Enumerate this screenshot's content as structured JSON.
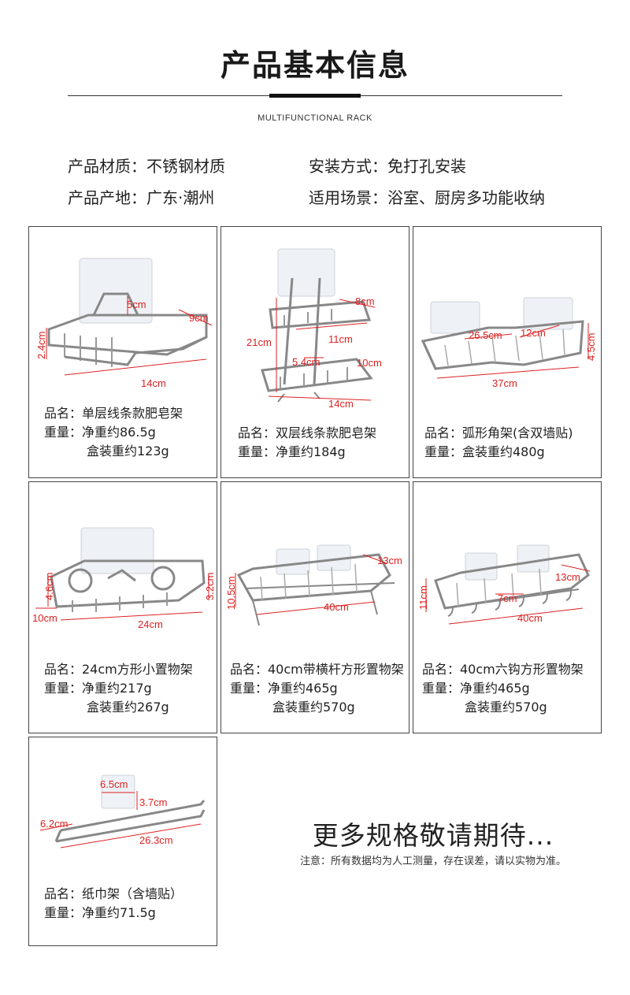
{
  "header": {
    "title": "产品基本信息",
    "subtitle": "MULTIFUNCTIONAL RACK"
  },
  "specs": [
    {
      "label": "产品材质：",
      "value": "不锈钢材质"
    },
    {
      "label": "安装方式：",
      "value": "免打孔安装"
    },
    {
      "label": "产品产地：",
      "value": "广东·潮州"
    },
    {
      "label": "适用场景：",
      "value": "浴室、厨房多功能收纳"
    }
  ],
  "products": [
    {
      "name_line": "品名：单层线条款肥皂架",
      "weight_lines": [
        "重量：净重约86.5g",
        "盒装重约123g"
      ],
      "dims": [
        "5cm",
        "9cm",
        "2.4cm",
        "14cm"
      ]
    },
    {
      "name_line": "品名：双层线条款肥皂架",
      "weight_lines": [
        "重量：净重约184g"
      ],
      "dims": [
        "8cm",
        "21cm",
        "11cm",
        "5.4cm",
        "10cm",
        "14cm"
      ]
    },
    {
      "name_line": "品名：弧形角架(含双墙贴)",
      "weight_lines": [
        "重量：盒装重约480g"
      ],
      "dims": [
        "26.5cm",
        "12cm",
        "4.5cm",
        "37cm"
      ]
    },
    {
      "name_line": "品名：24cm方形小置物架",
      "weight_lines": [
        "重量：净重约217g",
        "盒装重约267g"
      ],
      "dims": [
        "4.6cm",
        "3.2cm",
        "10cm",
        "24cm"
      ]
    },
    {
      "name_line": "品名：40cm带横杆方形置物架",
      "weight_lines": [
        "重量：净重约465g",
        "盒装重约570g"
      ],
      "dims": [
        "13cm",
        "10.5cm",
        "40cm"
      ]
    },
    {
      "name_line": "品名：40cm六钩方形置物架",
      "weight_lines": [
        "重量：净重约465g",
        "盒装重约570g"
      ],
      "dims": [
        "13cm",
        "11cm",
        "7cm",
        "40cm"
      ]
    },
    {
      "name_line": "品名：纸巾架（含墙贴）",
      "weight_lines": [
        "重量：净重约71.5g"
      ],
      "dims": [
        "6.5cm",
        "3.7cm",
        "6.2cm",
        "26.3cm"
      ]
    }
  ],
  "footer": {
    "more_text": "更多规格敬请期待...",
    "note": "注意：所有数据均为人工测量，存在误差，请以实物为准。"
  },
  "colors": {
    "dimension_red": "#d22222",
    "metal": "#8a8a8a",
    "border": "#444444"
  }
}
